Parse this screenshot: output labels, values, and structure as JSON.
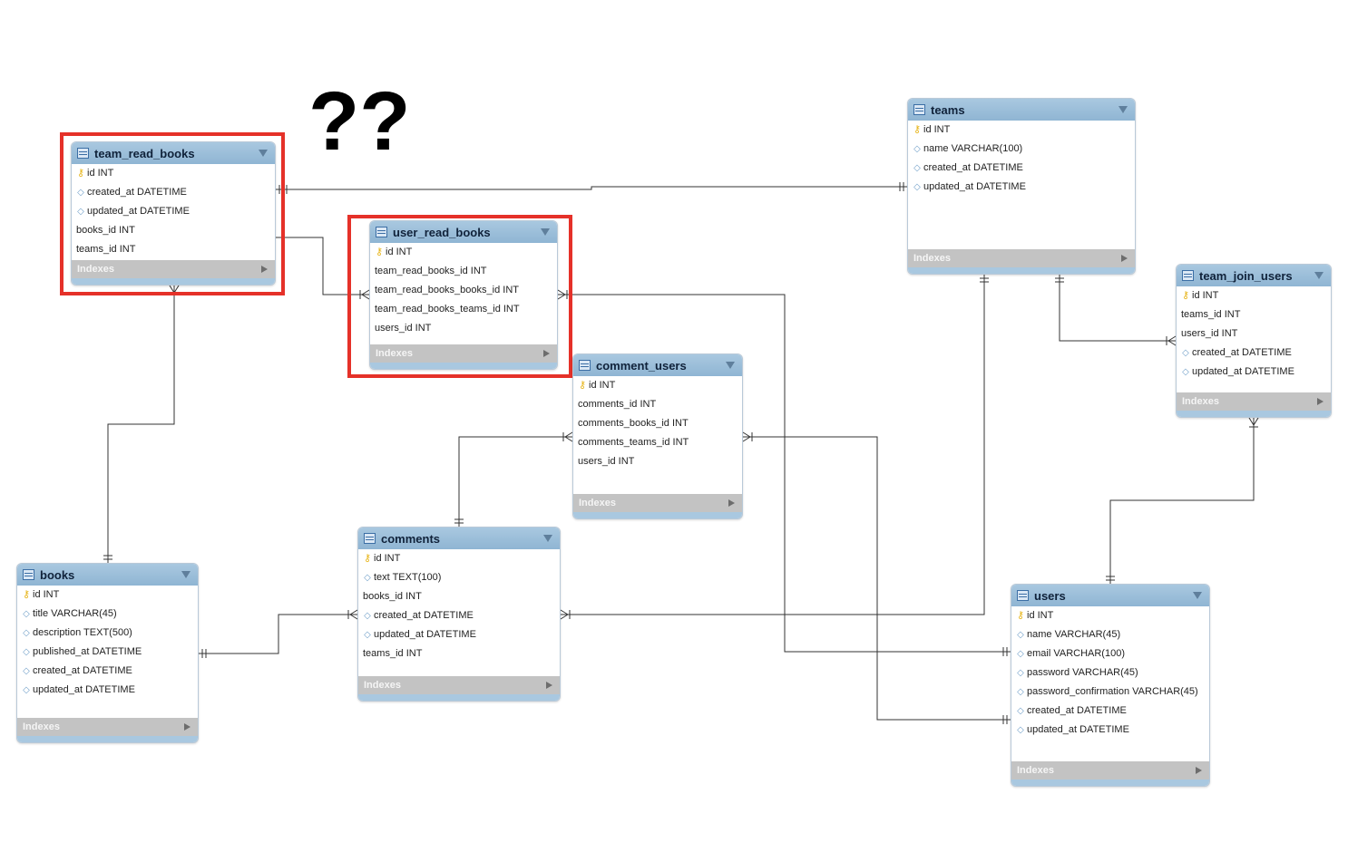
{
  "annotation": {
    "text": "??"
  },
  "indexes_label": "Indexes",
  "tables": [
    {
      "name": "team_read_books",
      "columns": [
        {
          "text": "id INT",
          "icon": "key"
        },
        {
          "text": "created_at DATETIME",
          "icon": "diamond"
        },
        {
          "text": "updated_at DATETIME",
          "icon": "diamond"
        },
        {
          "text": "books_id INT",
          "icon": ""
        },
        {
          "text": "teams_id INT",
          "icon": ""
        }
      ]
    },
    {
      "name": "user_read_books",
      "columns": [
        {
          "text": "id INT",
          "icon": "key"
        },
        {
          "text": "team_read_books_id INT",
          "icon": ""
        },
        {
          "text": "team_read_books_books_id INT",
          "icon": ""
        },
        {
          "text": "team_read_books_teams_id INT",
          "icon": ""
        },
        {
          "text": "users_id INT",
          "icon": ""
        }
      ]
    },
    {
      "name": "teams",
      "columns": [
        {
          "text": "id INT",
          "icon": "key"
        },
        {
          "text": "name VARCHAR(100)",
          "icon": "diamond"
        },
        {
          "text": "created_at DATETIME",
          "icon": "diamond"
        },
        {
          "text": "updated_at DATETIME",
          "icon": "diamond"
        }
      ]
    },
    {
      "name": "team_join_users",
      "columns": [
        {
          "text": "id INT",
          "icon": "key"
        },
        {
          "text": "teams_id INT",
          "icon": ""
        },
        {
          "text": "users_id INT",
          "icon": ""
        },
        {
          "text": "created_at DATETIME",
          "icon": "diamond"
        },
        {
          "text": "updated_at DATETIME",
          "icon": "diamond"
        }
      ]
    },
    {
      "name": "comment_users",
      "columns": [
        {
          "text": "id INT",
          "icon": "key"
        },
        {
          "text": "comments_id INT",
          "icon": ""
        },
        {
          "text": "comments_books_id INT",
          "icon": ""
        },
        {
          "text": "comments_teams_id INT",
          "icon": ""
        },
        {
          "text": "users_id INT",
          "icon": ""
        }
      ]
    },
    {
      "name": "comments",
      "columns": [
        {
          "text": "id INT",
          "icon": "key"
        },
        {
          "text": "text TEXT(100)",
          "icon": "diamond"
        },
        {
          "text": "books_id INT",
          "icon": ""
        },
        {
          "text": "created_at DATETIME",
          "icon": "diamond"
        },
        {
          "text": "updated_at DATETIME",
          "icon": "diamond"
        },
        {
          "text": "teams_id INT",
          "icon": ""
        }
      ]
    },
    {
      "name": "books",
      "columns": [
        {
          "text": "id INT",
          "icon": "key"
        },
        {
          "text": "title VARCHAR(45)",
          "icon": "diamond"
        },
        {
          "text": "description TEXT(500)",
          "icon": "diamond"
        },
        {
          "text": "published_at DATETIME",
          "icon": "diamond"
        },
        {
          "text": "created_at DATETIME",
          "icon": "diamond"
        },
        {
          "text": "updated_at DATETIME",
          "icon": "diamond"
        }
      ]
    },
    {
      "name": "users",
      "columns": [
        {
          "text": "id INT",
          "icon": "key"
        },
        {
          "text": "name VARCHAR(45)",
          "icon": "diamond"
        },
        {
          "text": "email VARCHAR(100)",
          "icon": "diamond"
        },
        {
          "text": "password VARCHAR(45)",
          "icon": "diamond"
        },
        {
          "text": "password_confirmation VARCHAR(45)",
          "icon": "diamond"
        },
        {
          "text": "created_at DATETIME",
          "icon": "diamond"
        },
        {
          "text": "updated_at DATETIME",
          "icon": "diamond"
        }
      ]
    }
  ],
  "colors": {
    "highlight": "#e53129",
    "header": "#9bbfdc",
    "footer": "#c3c3c3"
  }
}
